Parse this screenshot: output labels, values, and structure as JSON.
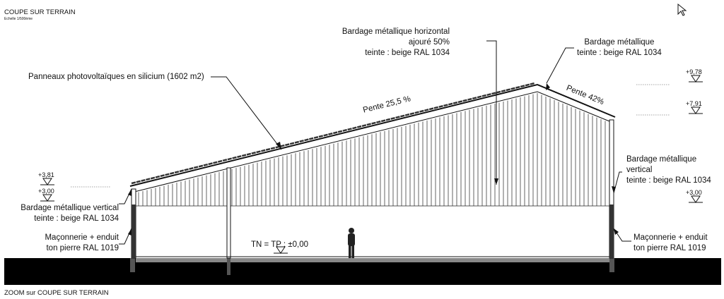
{
  "header": {
    "title": "COUPE SUR TERRAIN",
    "scale": "Echelle 1/500ème"
  },
  "footer": {
    "caption": "ZOOM sur COUPE SUR TERRAIN"
  },
  "labels": {
    "roof_top": [
      "Bardage métallique horizontal",
      "ajouré 50%",
      "teinte : beige RAL 1034"
    ],
    "panels": "Panneaux photovoltaïques en silicium (1602 m2)",
    "ridge_right": [
      "Bardage métallique",
      "teinte : beige RAL 1034"
    ],
    "left_cladding": [
      "Bardage métallique vertical",
      "teinte : beige RAL 1034"
    ],
    "left_masonry": [
      "Maçonnerie + enduit",
      "ton pierre RAL 1019"
    ],
    "right_cladding": [
      "Bardage métallique",
      "vertical",
      "teinte : beige RAL 1034"
    ],
    "right_masonry": [
      "Maçonnerie + enduit",
      "ton pierre RAL 1019"
    ],
    "slope_main": "Pente 25,5 %",
    "slope_short": "Pente 42%",
    "ground": "TN = TP : ±0,00"
  },
  "levels": {
    "left_top": "+3,81",
    "left_eave": "+3,00",
    "ridge": "+9,78",
    "right_top": "+7,91",
    "right_eave": "+3,00"
  },
  "icons": {
    "cursor": "mouse-pointer-icon"
  }
}
